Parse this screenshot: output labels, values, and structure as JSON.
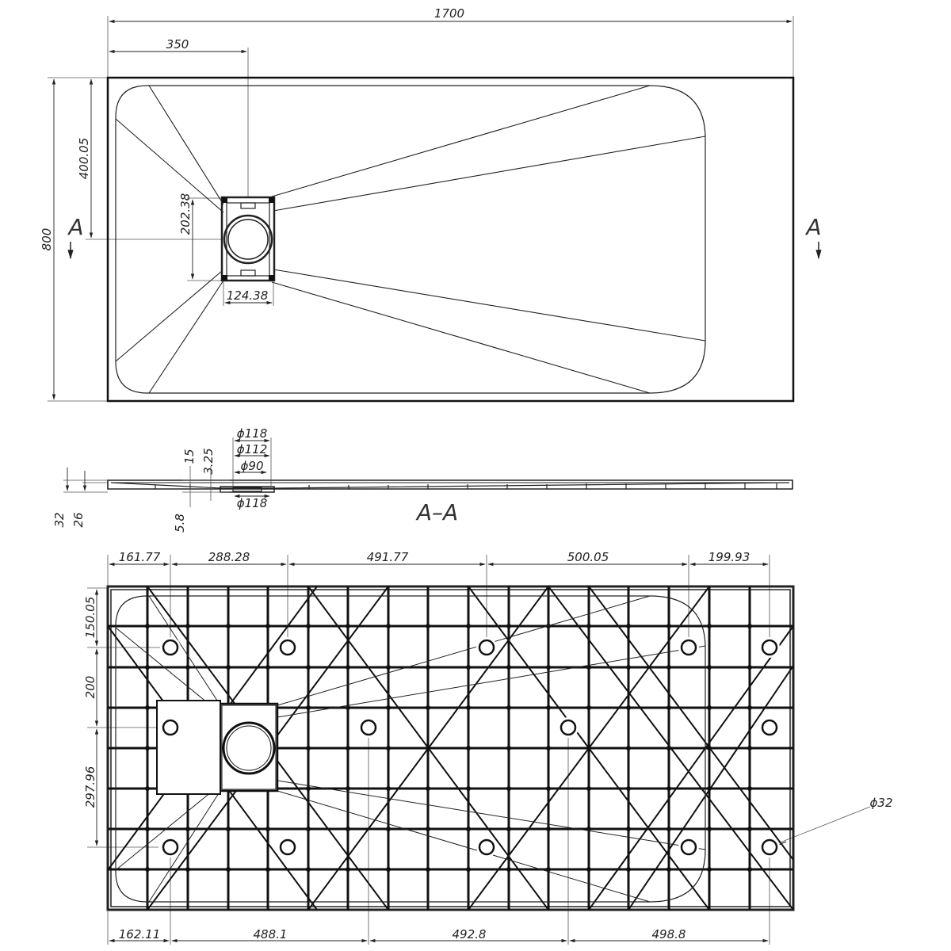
{
  "top_view": {
    "overall_length": "1700",
    "drain_offset_x": "350",
    "drain_offset_y": "400.05",
    "overall_width": "800",
    "drain_box_height": "202.38",
    "drain_box_width": "124.38",
    "section_mark_left": "A",
    "section_mark_right": "A"
  },
  "section_view": {
    "label": "A–A",
    "dia_outer_top": "ϕ118",
    "dia_inner": "ϕ112",
    "dia_hole": "ϕ90",
    "dia_outer_bottom": "ϕ118",
    "depth_15": "15",
    "depth_325": "3.25",
    "thickness_32": "32",
    "thickness_26": "26",
    "depth_58": "5.8"
  },
  "bottom_view": {
    "top_dims": [
      "161.77",
      "288.28",
      "491.77",
      "500.05",
      "199.93"
    ],
    "left_dims": [
      "150.05",
      "200",
      "297.96"
    ],
    "bottom_dims": [
      "162.11",
      "488.1",
      "492.8",
      "498.8"
    ],
    "foot_diameter": "ϕ32"
  }
}
